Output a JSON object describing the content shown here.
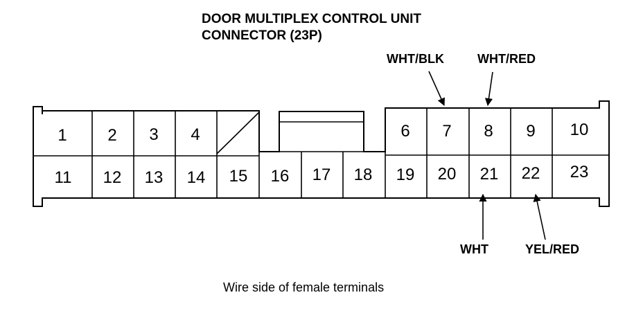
{
  "title_line1": "DOOR MULTIPLEX CONTROL UNIT",
  "title_line2": "CONNECTOR (23P)",
  "caption": "Wire side of female terminals",
  "terminals_top": [
    "1",
    "2",
    "3",
    "4",
    "6",
    "7",
    "8",
    "9",
    "10"
  ],
  "terminals_bottom": [
    "11",
    "12",
    "13",
    "14",
    "15",
    "16",
    "17",
    "18",
    "19",
    "20",
    "21",
    "22",
    "23"
  ],
  "wires": {
    "t7": "WHT/BLK",
    "t8": "WHT/RED",
    "t21": "WHT",
    "t22": "YEL/RED"
  }
}
